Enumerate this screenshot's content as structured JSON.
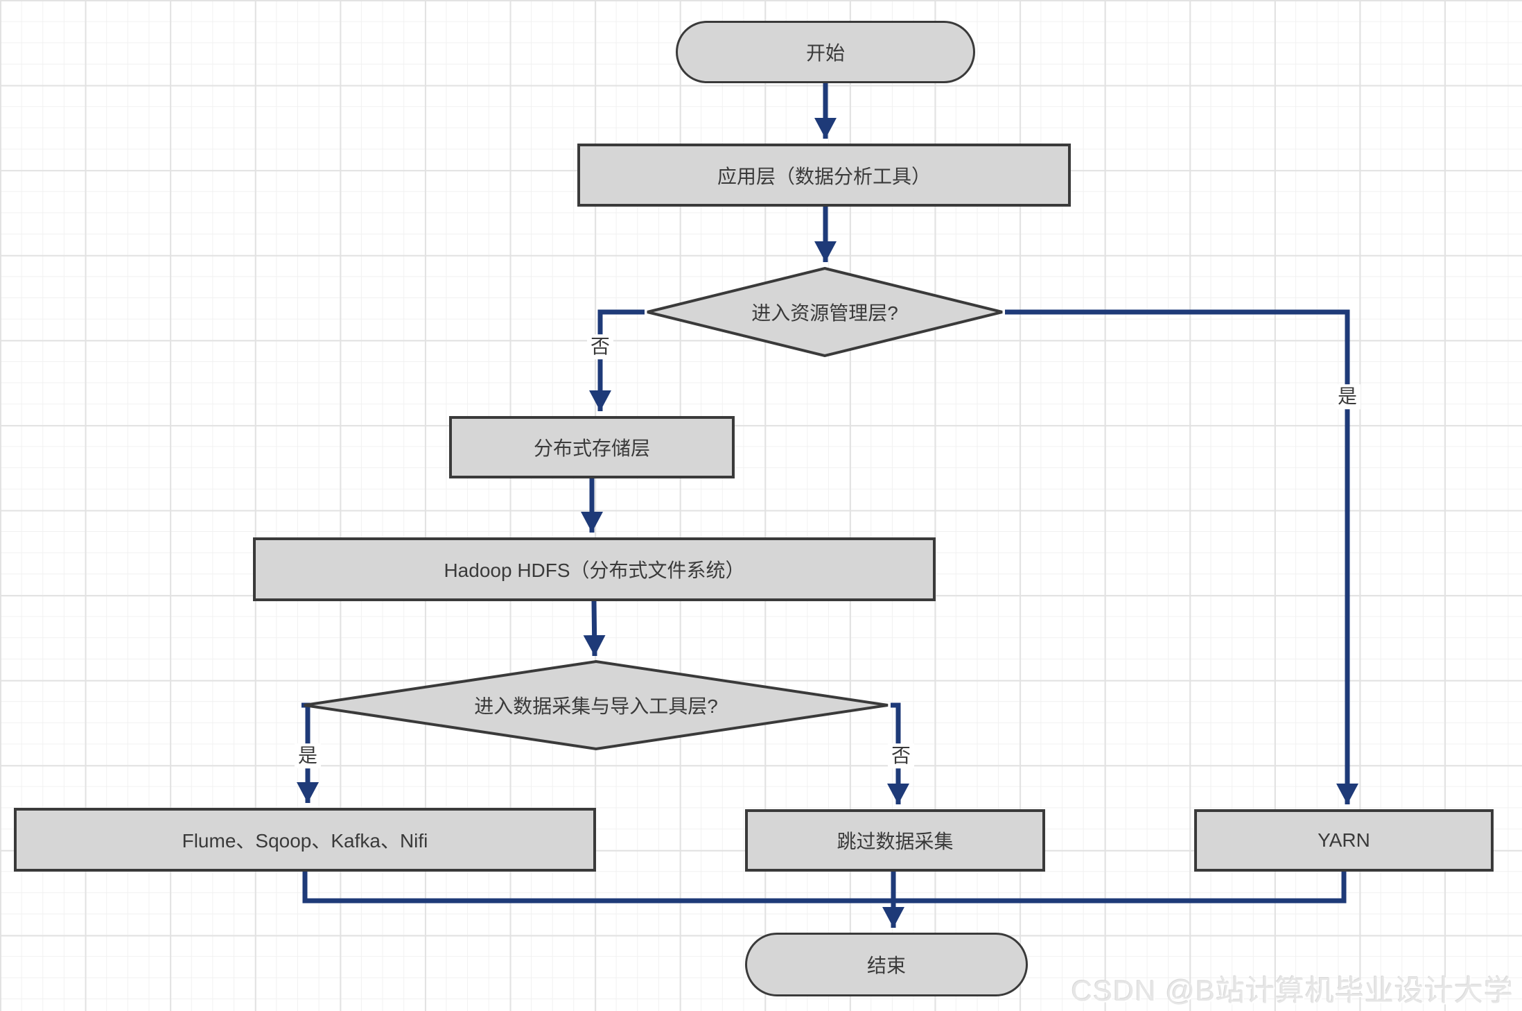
{
  "diagram": {
    "nodes": {
      "start": {
        "shape": "terminator",
        "label": "开始"
      },
      "app_layer": {
        "shape": "process",
        "label": "应用层（数据分析工具）"
      },
      "decision_resource": {
        "shape": "decision",
        "label": "进入资源管理层?"
      },
      "storage_layer": {
        "shape": "process",
        "label": "分布式存储层"
      },
      "hdfs": {
        "shape": "process",
        "label": "Hadoop HDFS（分布式文件系统）"
      },
      "decision_ingest": {
        "shape": "decision",
        "label": "进入数据采集与导入工具层?"
      },
      "ingest_tools": {
        "shape": "process",
        "label": "Flume、Sqoop、Kafka、Nifi"
      },
      "skip_ingest": {
        "shape": "process",
        "label": "跳过数据采集"
      },
      "yarn": {
        "shape": "process",
        "label": "YARN"
      },
      "end": {
        "shape": "terminator",
        "label": "结束"
      }
    },
    "branch_labels": {
      "decision_resource_no": "否",
      "decision_resource_yes": "是",
      "decision_ingest_yes": "是",
      "decision_ingest_no": "否"
    },
    "edges": [
      {
        "from": "start",
        "to": "app_layer",
        "label": ""
      },
      {
        "from": "app_layer",
        "to": "decision_resource",
        "label": ""
      },
      {
        "from": "decision_resource",
        "to": "storage_layer",
        "label": "否"
      },
      {
        "from": "decision_resource",
        "to": "yarn",
        "label": "是"
      },
      {
        "from": "storage_layer",
        "to": "hdfs",
        "label": ""
      },
      {
        "from": "hdfs",
        "to": "decision_ingest",
        "label": ""
      },
      {
        "from": "decision_ingest",
        "to": "ingest_tools",
        "label": "是"
      },
      {
        "from": "decision_ingest",
        "to": "skip_ingest",
        "label": "否"
      },
      {
        "from": "ingest_tools",
        "to": "end",
        "label": ""
      },
      {
        "from": "yarn",
        "to": "end",
        "label": ""
      },
      {
        "from": "skip_ingest",
        "to": "end",
        "label": ""
      }
    ],
    "colors": {
      "node_fill": "#d6d6d6",
      "node_border": "#3a3a3a",
      "connector": "#1e3a78",
      "text": "#3a3a3a"
    },
    "watermark": "CSDN @B站计算机毕业设计大学"
  }
}
